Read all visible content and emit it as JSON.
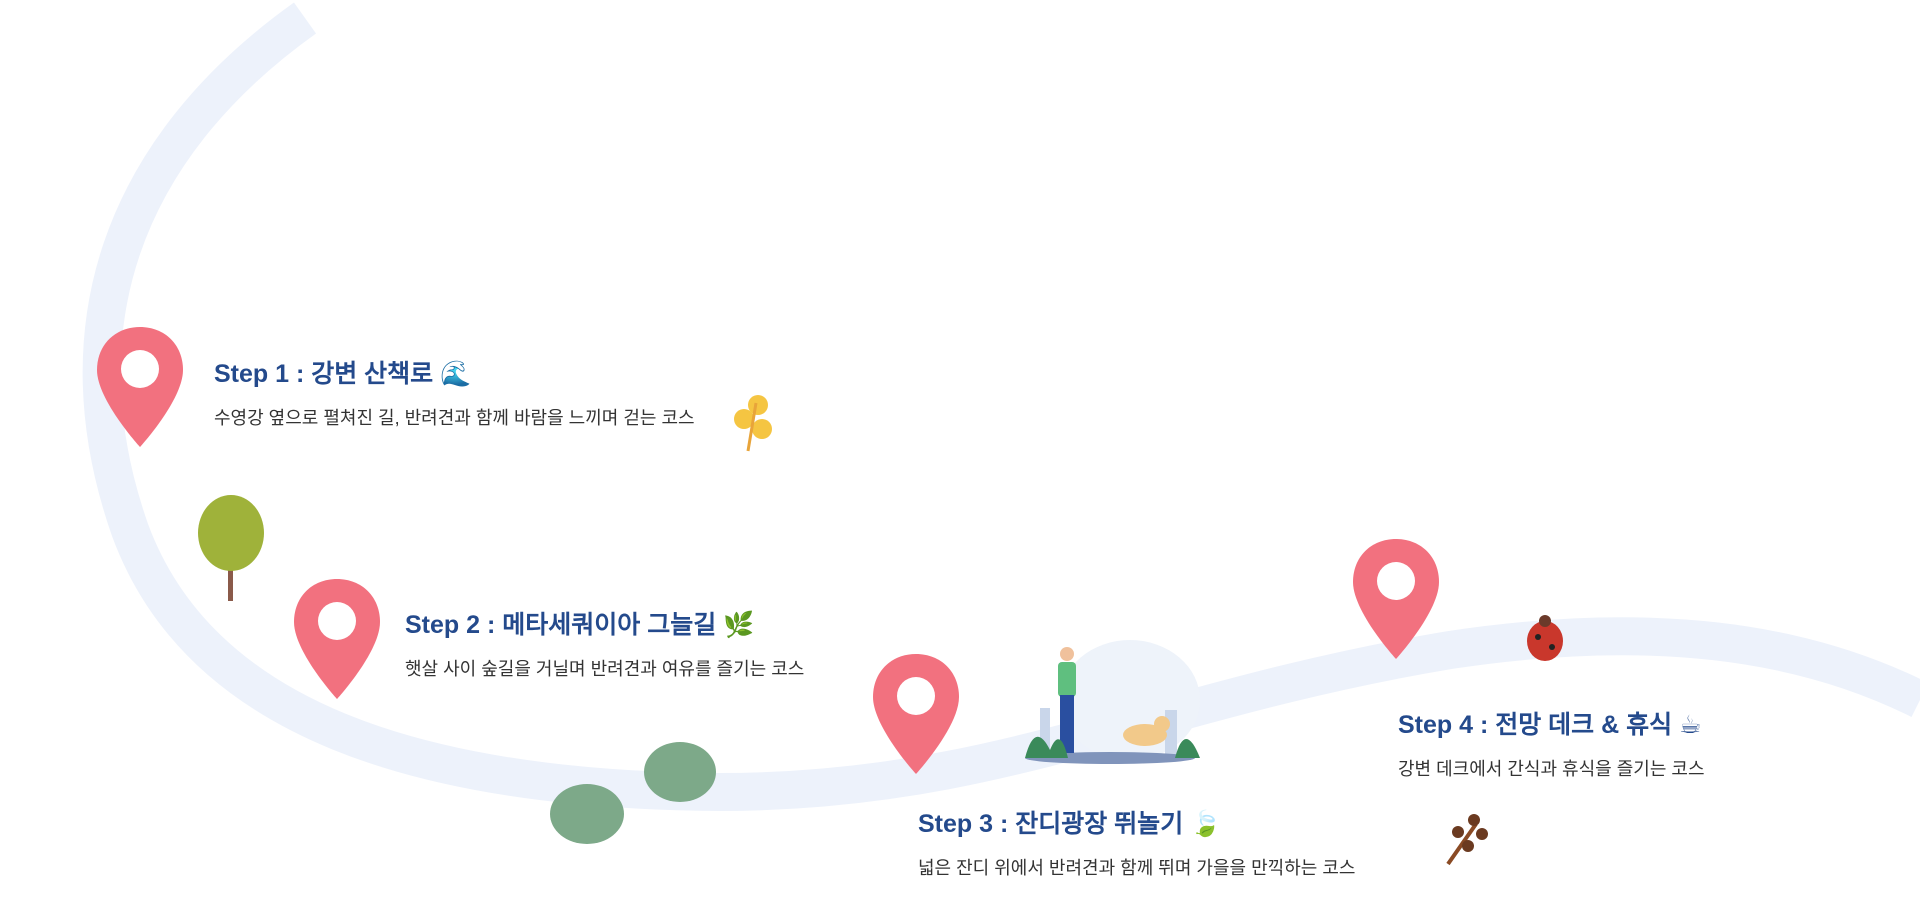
{
  "steps": [
    {
      "title": "Step 1 : 강변 산책로",
      "emoji": "🌊",
      "desc": "수영강 옆으로 펼쳐진 길, 반려견과 함께 바람을 느끼며 걷는 코스"
    },
    {
      "title": "Step 2 : 메타세쿼이아 그늘길",
      "emoji": "🌿",
      "desc": "햇살 사이 숲길을 거닐며 반려견과 여유를 즐기는 코스"
    },
    {
      "title": "Step 3 : 잔디광장 뛰놀기",
      "emoji": "🍃",
      "desc": "넓은 잔디 위에서 반려견과 함께 뛰며 가을을 만끽하는 코스"
    },
    {
      "title": "Step 4 : 전망 데크 & 휴식",
      "emoji": "☕",
      "desc": "강변 데크에서 간식과 휴식을 즐기는 코스"
    }
  ],
  "colors": {
    "title": "#244a8c",
    "path": "#edf2fb",
    "pin": "#f2717f"
  }
}
